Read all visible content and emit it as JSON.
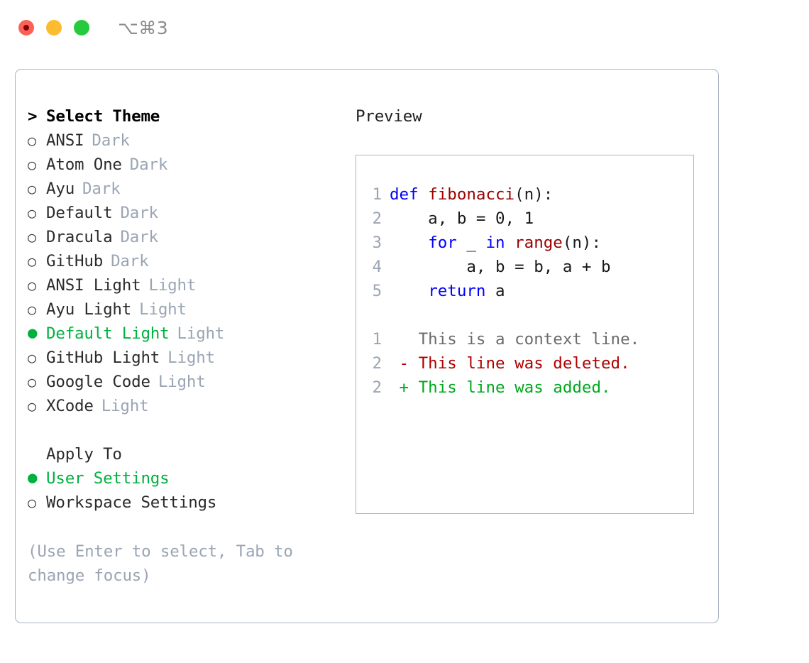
{
  "window": {
    "shortcut": "⌥⌘3",
    "traffic_lights": [
      {
        "name": "close",
        "color": "#fb6158"
      },
      {
        "name": "minimize",
        "color": "#fdbc2f"
      },
      {
        "name": "maximize",
        "color": "#27c93f"
      }
    ]
  },
  "theme_picker": {
    "header": {
      "marker": ">",
      "label": "Select Theme"
    },
    "markers": {
      "selected": "●",
      "unselected": "○"
    },
    "items": [
      {
        "marker": "○",
        "name": "ANSI",
        "category": "Dark",
        "selected": false
      },
      {
        "marker": "○",
        "name": "Atom One",
        "category": "Dark",
        "selected": false
      },
      {
        "marker": "○",
        "name": "Ayu",
        "category": "Dark",
        "selected": false
      },
      {
        "marker": "○",
        "name": "Default",
        "category": "Dark",
        "selected": false
      },
      {
        "marker": "○",
        "name": "Dracula",
        "category": "Dark",
        "selected": false
      },
      {
        "marker": "○",
        "name": "GitHub",
        "category": "Dark",
        "selected": false
      },
      {
        "marker": "○",
        "name": "ANSI Light",
        "category": "Light",
        "selected": false
      },
      {
        "marker": "○",
        "name": "Ayu Light",
        "category": "Light",
        "selected": false
      },
      {
        "marker": "●",
        "name": "Default Light",
        "category": "Light",
        "selected": true
      },
      {
        "marker": "○",
        "name": "GitHub Light",
        "category": "Light",
        "selected": false
      },
      {
        "marker": "○",
        "name": "Google Code",
        "category": "Light",
        "selected": false
      },
      {
        "marker": "○",
        "name": "XCode",
        "category": "Light",
        "selected": false
      }
    ]
  },
  "apply_to": {
    "title": "Apply To",
    "options": [
      {
        "marker": "●",
        "label": "User Settings",
        "selected": true
      },
      {
        "marker": "○",
        "label": "Workspace Settings",
        "selected": false
      }
    ]
  },
  "hint": "(Use Enter to select, Tab to change focus)",
  "preview": {
    "title": "Preview",
    "code_lines": [
      {
        "no": "1",
        "tokens": [
          {
            "t": "def ",
            "c": "kw"
          },
          {
            "t": "fibonacci",
            "c": "fn"
          },
          {
            "t": "(n):",
            "c": "plain"
          }
        ]
      },
      {
        "no": "2",
        "tokens": [
          {
            "t": "    a, b = 0, 1",
            "c": "plain"
          }
        ]
      },
      {
        "no": "3",
        "tokens": [
          {
            "t": "    ",
            "c": "plain"
          },
          {
            "t": "for",
            "c": "kw"
          },
          {
            "t": " _ ",
            "c": "plain"
          },
          {
            "t": "in",
            "c": "kw"
          },
          {
            "t": " ",
            "c": "plain"
          },
          {
            "t": "range",
            "c": "fn"
          },
          {
            "t": "(n):",
            "c": "plain"
          }
        ]
      },
      {
        "no": "4",
        "tokens": [
          {
            "t": "        a, b = b, a + b",
            "c": "plain"
          }
        ]
      },
      {
        "no": "5",
        "tokens": [
          {
            "t": "    ",
            "c": "plain"
          },
          {
            "t": "return",
            "c": "kw"
          },
          {
            "t": " a",
            "c": "plain"
          }
        ]
      }
    ],
    "diff_lines": [
      {
        "no": "1",
        "kind": "context",
        "text": "   This is a context line."
      },
      {
        "no": "2",
        "kind": "deleted",
        "text": " - This line was deleted."
      },
      {
        "no": "2",
        "kind": "added",
        "text": " + This line was added."
      }
    ]
  },
  "colors": {
    "accent_green": "#00b140",
    "muted_gray": "#9aa5b4",
    "border": "#aab4c2",
    "keyword_blue": "#0000ff",
    "function_red": "#9c0000",
    "diff_deleted": "#b00000",
    "diff_added": "#00a81e"
  }
}
